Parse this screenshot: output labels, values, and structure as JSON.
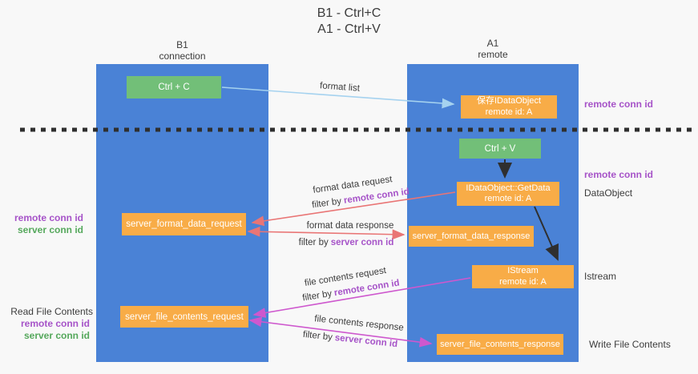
{
  "colors": {
    "lane_blue": "#4a82d6",
    "node_green": "#72bf78",
    "node_orange": "#f8ac47",
    "arrow_blue": "#a5d2ef",
    "arrow_red": "#e97575",
    "arrow_magenta": "#ce58ce",
    "arrow_black": "#2f2f2f",
    "text_purple": "#a653c8",
    "text_green": "#55a85c",
    "text_dark": "#3c3c3c"
  },
  "title": {
    "line1": "B1 - Ctrl+C",
    "line2": "A1 - Ctrl+V"
  },
  "lanes": {
    "left": {
      "title": "B1",
      "subtitle": "connection"
    },
    "right": {
      "title": "A1",
      "subtitle": "remote"
    }
  },
  "nodes": {
    "ctrl_c": {
      "label": "Ctrl + C"
    },
    "save_dataobject": {
      "line1": "保存IDataObject",
      "line2": "remote id: A"
    },
    "ctrl_v": {
      "label": "Ctrl + V"
    },
    "getdata": {
      "line1": "IDataObject::GetData",
      "line2": "remote id: A"
    },
    "format_request": {
      "label": "server_format_data_request"
    },
    "format_response": {
      "label": "server_format_data_response"
    },
    "istream": {
      "line1": "IStream",
      "line2": "remote id: A"
    },
    "file_request": {
      "label": "server_file_contents_request"
    },
    "file_response": {
      "label": "server_file_contents_response"
    }
  },
  "edge_labels": {
    "format_list": "format list",
    "format_data_request": "format data request",
    "format_data_response": "format data response",
    "file_contents_request": "file contents request",
    "file_contents_response": "file contents response",
    "filter_by": "filter by",
    "remote_conn_id": "remote conn id",
    "server_conn_id": "server conn id"
  },
  "annotations": {
    "remote_conn_id": "remote conn id",
    "server_conn_id": "server conn id",
    "dataobject": "DataObject",
    "istream": "Istream",
    "read_file_contents": "Read File Contents",
    "write_file_contents": "Write File Contents"
  }
}
